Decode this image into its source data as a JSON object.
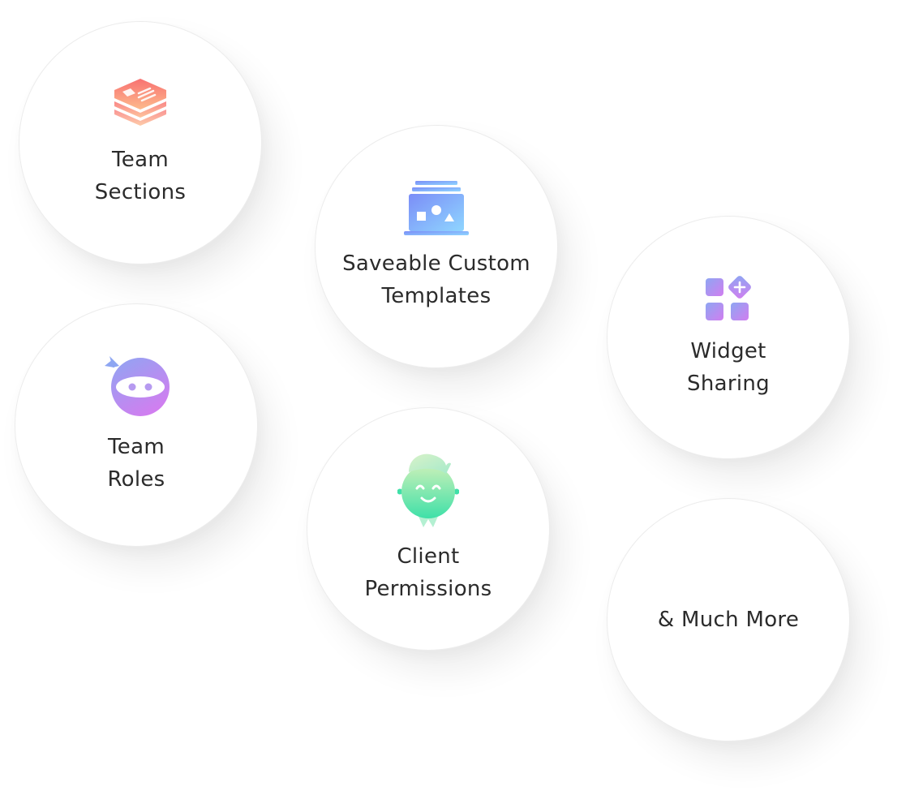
{
  "features": [
    {
      "id": "team-sections",
      "label": "Team\nSections",
      "icon": "stacked-layers-icon",
      "colors": [
        "#f87171",
        "#fdba8c"
      ]
    },
    {
      "id": "templates",
      "label": "Saveable Custom\nTemplates",
      "icon": "template-stack-icon",
      "colors": [
        "#7b8df7",
        "#8fd6ff"
      ]
    },
    {
      "id": "widget",
      "label": "Widget\nSharing",
      "icon": "widget-grid-icon",
      "colors": [
        "#8ea6f2",
        "#d17ef0"
      ]
    },
    {
      "id": "team-roles",
      "label": "Team\nRoles",
      "icon": "ninja-icon",
      "colors": [
        "#8ea6f2",
        "#d17ef0"
      ]
    },
    {
      "id": "client",
      "label": "Client\nPermissions",
      "icon": "client-face-icon",
      "colors": [
        "#3fe0a8",
        "#c8f0b8"
      ]
    },
    {
      "id": "more",
      "label": "& Much More",
      "icon": "",
      "colors": []
    }
  ]
}
